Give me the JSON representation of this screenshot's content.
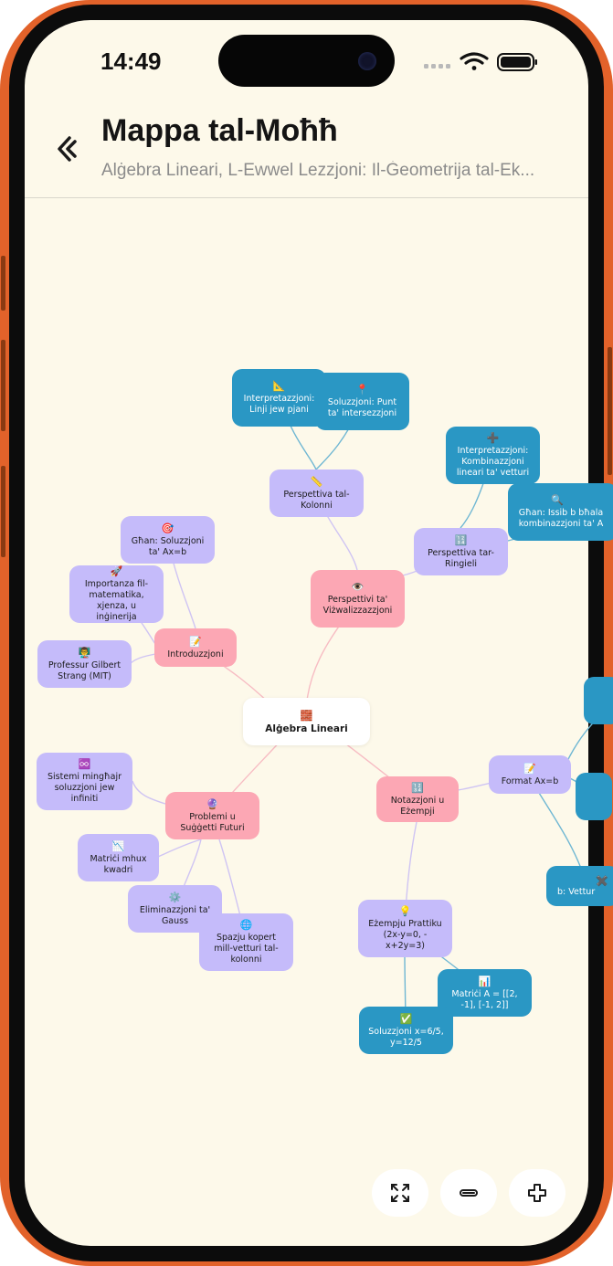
{
  "status_bar": {
    "time": "14:49"
  },
  "header": {
    "title": "Mappa tal-Moħħ",
    "subtitle": "Alġebra Lineari, L-Ewwel Lezzjoni: Il-Ġeometrija tal-Ek..."
  },
  "colors": {
    "frame": "#e2622a",
    "screen_bg": "#fdf9ea",
    "pink": "#fca7b4",
    "purple": "#c5bbfa",
    "blue": "#2a97c4"
  },
  "mindmap": {
    "root": {
      "icon": "🧱",
      "label": "Alġebra Lineari"
    },
    "intro": {
      "icon": "📝",
      "label": "Introduzzjoni",
      "goal": {
        "icon": "🎯",
        "label": "Għan: Soluzzjoni ta' Ax=b"
      },
      "importance": {
        "icon": "🚀",
        "label": "Importanza fil-matematika, xjenza, u inġinerija"
      },
      "professor": {
        "icon": "👨‍🏫",
        "label": "Professur Gilbert Strang (MIT)"
      }
    },
    "visual": {
      "icon": "👁️",
      "label": "Perspettivi ta' Viżwalizzazzjoni",
      "column": {
        "icon": "📏",
        "label": "Perspettiva tal-Kolonni",
        "interp": {
          "icon": "📐",
          "label": "Interpretazzjoni: Linji jew pjani"
        },
        "solution": {
          "icon": "📍",
          "label": "Soluzzjoni: Punt ta' intersezzjoni"
        }
      },
      "row": {
        "icon": "🔢",
        "label": "Perspettiva tar-Ringieli",
        "interp": {
          "icon": "➕",
          "label": "Interpretazzjoni: Kombinazzjoni lineari ta' vetturi"
        },
        "goal": {
          "icon": "🔍",
          "label": "Għan: Issib b bħala kombinazzjoni ta' A"
        }
      }
    },
    "problems": {
      "icon": "🔮",
      "label": "Problemi u Suġġetti Futuri",
      "infinite": {
        "icon": "♾️",
        "label": "Sistemi mingħajr soluzzjoni jew infiniti"
      },
      "nonsquare": {
        "icon": "📉",
        "label": "Matriċi mhux kwadri"
      },
      "gauss": {
        "icon": "⚙️",
        "label": "Eliminazzjoni ta' Gauss"
      },
      "colspace": {
        "icon": "🌐",
        "label": "Spazju kopert mill-vetturi tal-kolonni"
      }
    },
    "notation": {
      "icon": "🔢",
      "label": "Notazzjoni u Eżempji",
      "format": {
        "icon": "📝",
        "label": "Format Ax=b",
        "b_vector": {
          "icon": "✖️",
          "label": "b: Vettur"
        }
      },
      "example": {
        "icon": "💡",
        "label": "Eżempju Prattiku (2x-y=0, -x+2y=3)",
        "matrix": {
          "icon": "📊",
          "label": "Matriċi A = [[2, -1], [-1, 2]]"
        },
        "solution": {
          "icon": "✅",
          "label": "Soluzzjoni x=6/5, y=12/5"
        }
      }
    }
  },
  "controls": {
    "fit": "fit-screen-icon",
    "collapse": "collapse-icon",
    "expand": "expand-icon"
  }
}
